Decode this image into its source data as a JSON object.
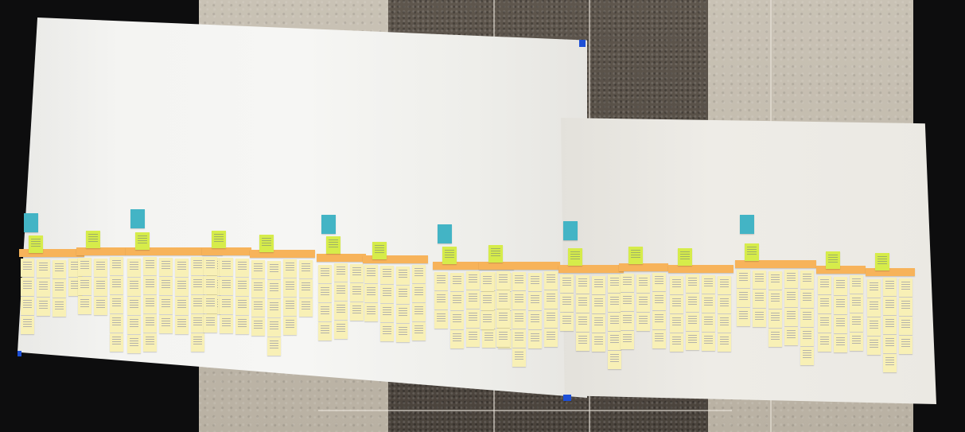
{
  "scene": {
    "description_colors": {
      "background": "#0d0d0e",
      "floor_light": "#c9c2b5",
      "floor_dark": "#4a433c",
      "paper": "#f4f4f2",
      "sticky_yellow": "#f8f0b6",
      "sticky_orange": "#f7b35a",
      "sticky_green": "#d6ec4a",
      "sticky_teal": "#43b4c5",
      "tape_blue": "#1d4fd6"
    },
    "note_palette": [
      "yellow",
      "orange",
      "green",
      "teal"
    ]
  }
}
